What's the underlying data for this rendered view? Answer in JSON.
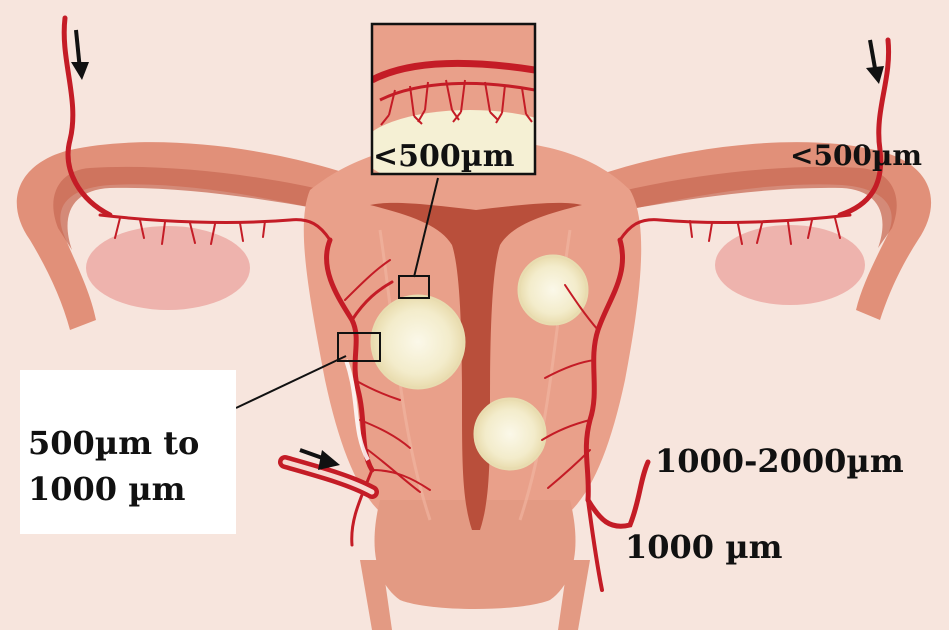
{
  "labels": {
    "inset_small": "<500µm",
    "right_tube": "<500µm",
    "radial_line1": "500µm to",
    "radial_line2": "1000 µm",
    "arcuate": "1000-2000µm",
    "uterine": "1000 µm"
  },
  "colors": {
    "background": "#f7e5dd",
    "uterus_body": "#e9a08a",
    "tube": "#e19079",
    "cavity": "#b94f3b",
    "ovary": "#eeb3ad",
    "vessel": "#c41c26",
    "fibroid": "#f4f0d8",
    "label_box": "#ffffff"
  },
  "icons": [
    "arrow-icon"
  ]
}
